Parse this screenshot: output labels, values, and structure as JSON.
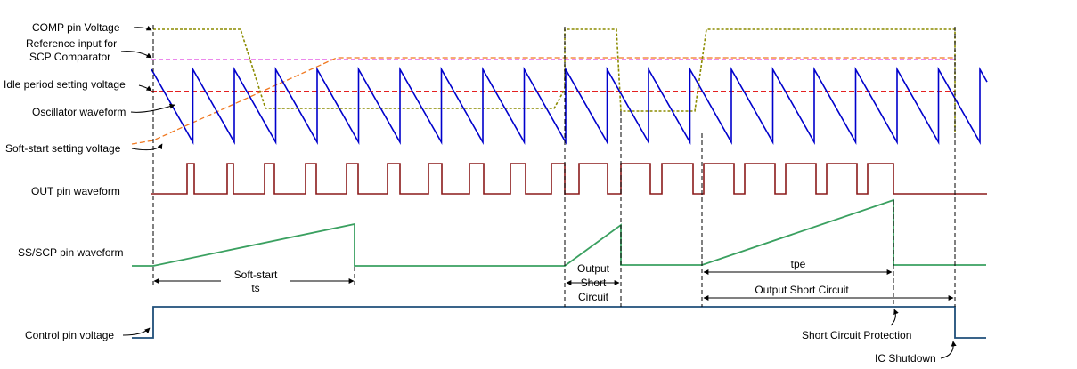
{
  "labels": {
    "comp_pin_voltage": "COMP pin Voltage",
    "reference_input_line1": "Reference input for",
    "reference_input_line2": "SCP Comparator",
    "idle_period": "Idle period setting voltage",
    "oscillator": "Oscillator waveform",
    "soft_start_setting": "Soft-start setting voltage",
    "out_pin": "OUT pin waveform",
    "ss_scp_pin": "SS/SCP pin waveform",
    "control_pin": "Control pin voltage"
  },
  "annotations": {
    "soft_start_line1": "Soft-start",
    "soft_start_line2": "ts",
    "osc1_line1": "Output",
    "osc1_line2": "Short",
    "osc1_line3": "Circuit",
    "tpe": "tpe",
    "osc2": "Output Short Circuit",
    "scp": "Short Circuit Protection",
    "ic_shutdown": "IC Shutdown"
  },
  "colors": {
    "comp": "#8B8B00",
    "reference": "#E040E0",
    "idle": "#E00000",
    "oscillator": "#0000CC",
    "soft_start": "#F07820",
    "out": "#8B1A1A",
    "ss_scp": "#3AA060",
    "control": "#1F4E79",
    "text": "#000000"
  }
}
